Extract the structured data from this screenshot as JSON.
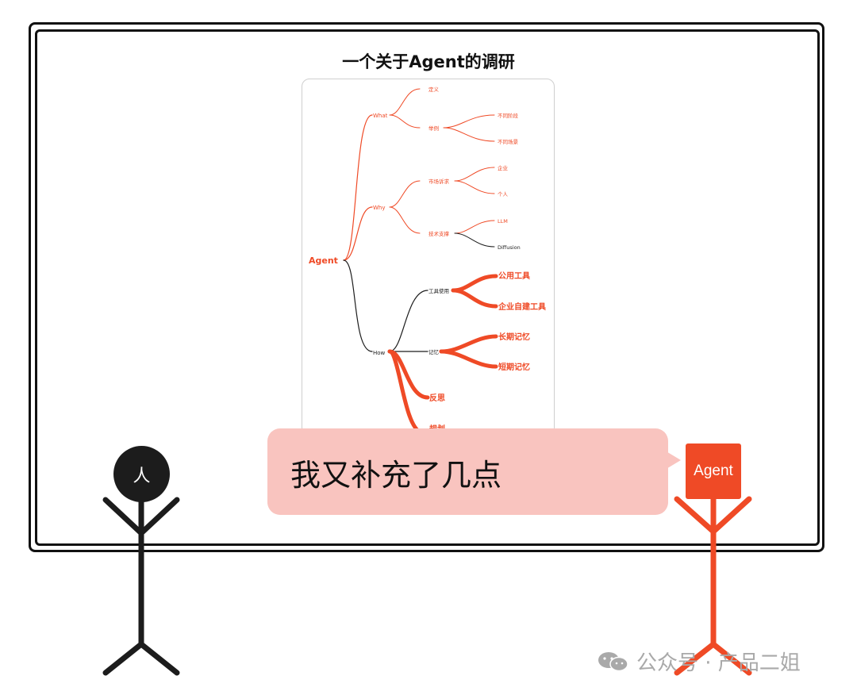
{
  "board": {
    "title": "一个关于Agent的调研"
  },
  "mindmap": {
    "root": "Agent",
    "what": {
      "label": "What",
      "children": [
        "定义",
        "举例"
      ],
      "举例_children": [
        "不同阶段",
        "不同场景"
      ]
    },
    "why": {
      "label": "Why",
      "children": [
        "市场诉求",
        "技术支撑"
      ],
      "市场诉求_children": [
        "企业",
        "个人"
      ],
      "技术支撑_children": [
        "LLM",
        "Diffusion"
      ]
    },
    "how": {
      "label": "How",
      "children": [
        "工具使用",
        "记忆",
        "反思",
        "规划"
      ],
      "工具使用_children": [
        "公用工具",
        "企业自建工具"
      ],
      "记忆_children": [
        "长期记忆",
        "短期记忆"
      ]
    }
  },
  "speech": {
    "text": "我又补充了几点"
  },
  "characters": {
    "human_label": "人",
    "agent_label": "Agent"
  },
  "watermark": {
    "text": "公众号 · 产品二姐"
  },
  "colors": {
    "accent": "#ef4a26",
    "bubble": "#f9c4bf",
    "ink": "#1c1c1c"
  }
}
